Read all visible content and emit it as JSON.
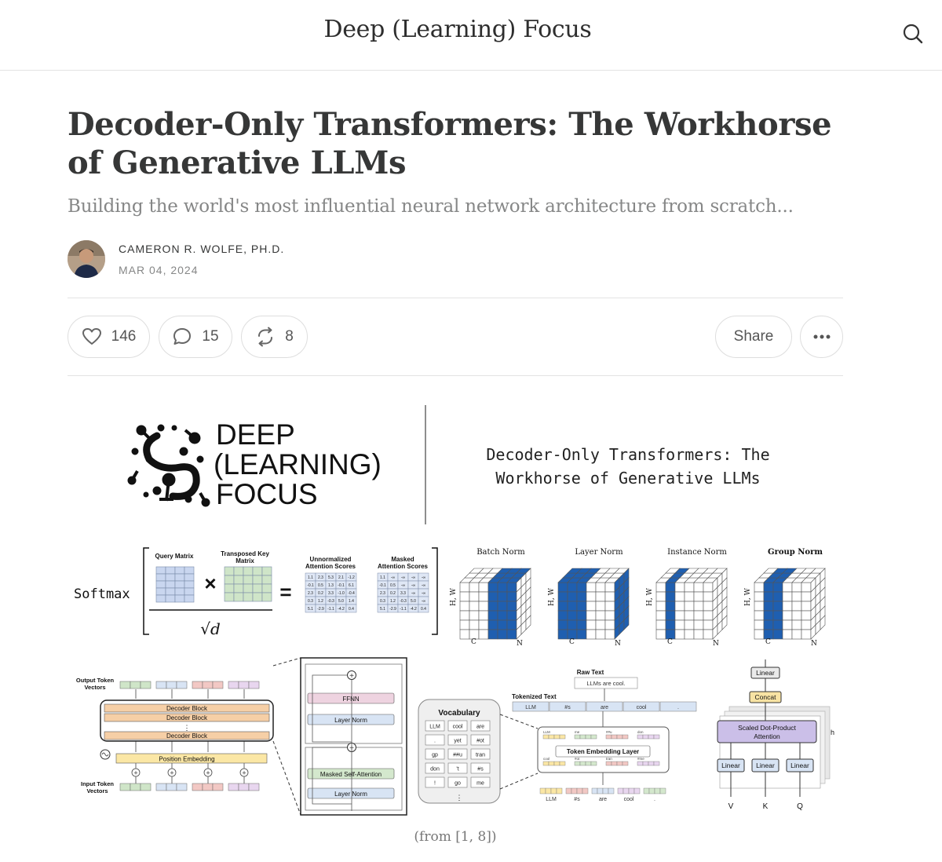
{
  "header": {
    "publication_name": "Deep (Learning) Focus",
    "search_icon": "search-icon"
  },
  "post": {
    "title": "Decoder-Only Transformers: The Workhorse of Generative LLMs",
    "subtitle": "Building the world's most influential neural network architecture from scratch...",
    "author": "CAMERON R. WOLFE, PH.D.",
    "date": "MAR 04, 2024"
  },
  "actions": {
    "likes": "146",
    "comments": "15",
    "restacks": "8",
    "share_label": "Share",
    "icons": [
      "heart-icon",
      "comment-icon",
      "restack-icon",
      "more-icon"
    ]
  },
  "hero": {
    "logo_lines": [
      "DEEP",
      "(LEARNING)",
      "FOCUS"
    ],
    "banner_title_line1": "Decoder-Only Transformers: The",
    "banner_title_line2": "Workhorse of Generative LLMs",
    "attention": {
      "softmax": "Softmax",
      "query": "Query Matrix",
      "key_line1": "Transposed Key",
      "key_line2": "Matrix",
      "unnorm_line1": "Unnormalized",
      "unnorm_line2": "Attention Scores",
      "masked_line1": "Masked",
      "masked_line2": "Attention Scores",
      "sqrt_d": "√d",
      "times": "×",
      "equals": "=",
      "unnorm_values": [
        [
          "1.1",
          "2.3",
          "5.3",
          "2.1",
          "-1.2"
        ],
        [
          "-0.1",
          "0.5",
          "1.3",
          "-0.1",
          "6.1"
        ],
        [
          "2.3",
          "0.2",
          "3.3",
          "-1.0",
          "-0.4"
        ],
        [
          "0.3",
          "1.2",
          "-0.3",
          "5.0",
          "1.4"
        ],
        [
          "5.1",
          "-2.9",
          "-1.1",
          "-4.2",
          "0.4"
        ]
      ],
      "masked_values": [
        [
          "1.1",
          "-∞",
          "-∞",
          "-∞",
          "-∞"
        ],
        [
          "-0.1",
          "0.5",
          "-∞",
          "-∞",
          "-∞"
        ],
        [
          "2.3",
          "0.2",
          "3.3",
          "-∞",
          "-∞"
        ],
        [
          "0.3",
          "1.2",
          "-0.3",
          "5.0",
          "-∞"
        ],
        [
          "5.1",
          "-2.9",
          "-1.1",
          "-4.2",
          "0.4"
        ]
      ]
    },
    "norms": {
      "labels": [
        "Batch Norm",
        "Layer Norm",
        "Instance Norm",
        "Group Norm"
      ],
      "axis_hw": "H, W",
      "axis_c": "C",
      "axis_n": "N"
    },
    "decoder": {
      "output_line1": "Output Token",
      "output_line2": "Vectors",
      "input_line1": "Input Token",
      "input_line2": "Vectors",
      "blocks": [
        "Decoder Block",
        "Decoder Block",
        "Decoder Block"
      ],
      "dots": "⋮",
      "position": "Position Embedding",
      "detail": [
        "FFNN",
        "Layer Norm",
        "Masked Self-Attention",
        "Layer Norm"
      ],
      "plus": "+"
    },
    "tokenizer": {
      "vocab_title": "Vocabulary",
      "vocab": [
        "LLM",
        "cool",
        "are",
        ".",
        "yet",
        "#ot",
        "gp",
        "##u",
        "tran",
        "don",
        "'t",
        "#s",
        "!",
        "go",
        "me"
      ],
      "vocab_dots": "⋮",
      "raw_text_label": "Raw Text",
      "raw_text": "LLMs are cool.",
      "tokenized_label": "Tokenized Text",
      "tokens": [
        "LLM",
        "#s",
        "are",
        "cool",
        "."
      ],
      "embedding_layer": "Token Embedding Layer",
      "embed_small": [
        "LLM",
        "me",
        "##u",
        "don",
        "cool",
        "#ot",
        "tran",
        "#me"
      ],
      "bottom_tokens": [
        "LLM",
        "#s",
        "are",
        "cool",
        "."
      ]
    },
    "mha": {
      "linear": "Linear",
      "concat": "Concat",
      "sdpa_line1": "Scaled Dot-Product",
      "sdpa_line2": "Attention",
      "h": "h",
      "inputs": [
        "V",
        "K",
        "Q"
      ]
    }
  },
  "caption": "(from [1, 8])",
  "colors": {
    "text": "#363737",
    "muted": "#868787",
    "border": "#e3e3e3",
    "norm_blue": "#1f5fb0",
    "query_blue": "#c9d6ef",
    "key_green": "#cfe5c8",
    "decoder_orange": "#f6cfa6",
    "position_yellow": "#fbe7a5",
    "ffnn_pink": "#eed3e0",
    "sdpa_purple": "#cbbfe8"
  }
}
